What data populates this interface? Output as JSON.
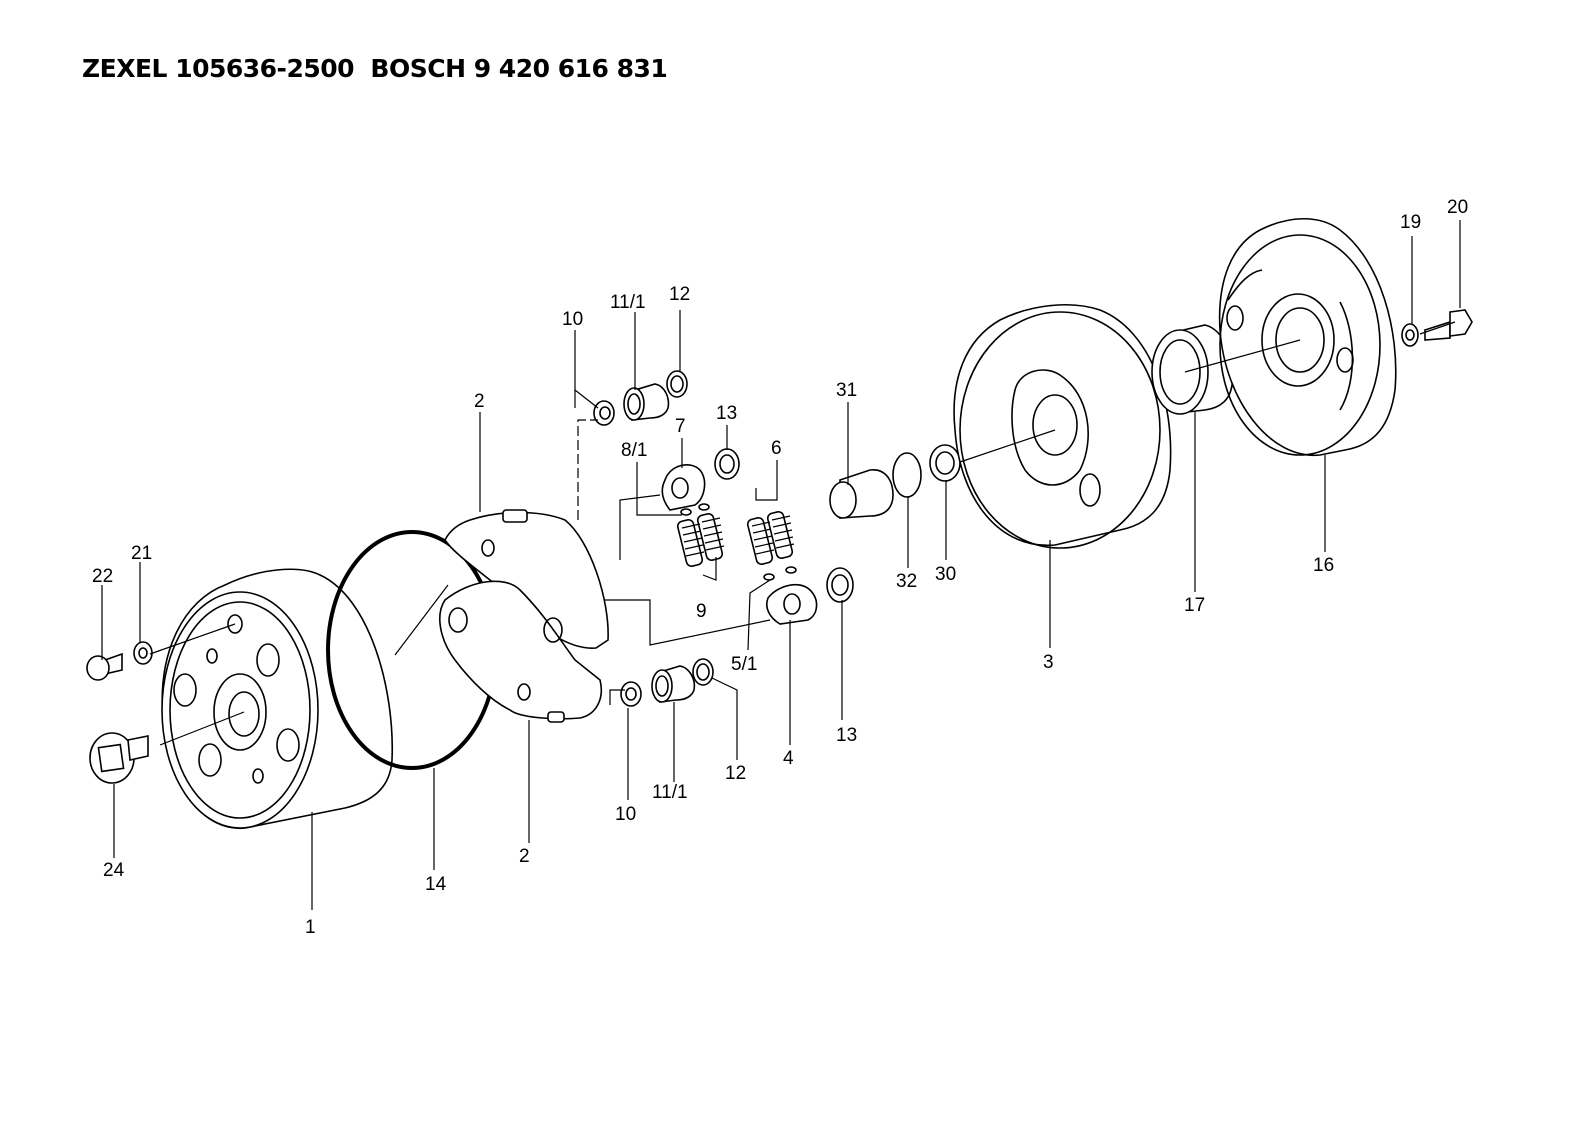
{
  "header": {
    "title": "ZEXEL 105636-2500  BOSCH 9 420 616 831"
  },
  "callouts": {
    "c1": "1",
    "c2a": "2",
    "c2b": "2",
    "c3": "3",
    "c4": "4",
    "c5_1": "5/1",
    "c6": "6",
    "c7": "7",
    "c8_1": "8/1",
    "c9": "9",
    "c10a": "10",
    "c10b": "10",
    "c11_1a": "11/1",
    "c11_1b": "11/1",
    "c12a": "12",
    "c12b": "12",
    "c13a": "13",
    "c13b": "13",
    "c14": "14",
    "c16": "16",
    "c17": "17",
    "c19": "19",
    "c20": "20",
    "c21": "21",
    "c22": "22",
    "c24": "24",
    "c30": "30",
    "c31": "31",
    "c32": "32"
  }
}
